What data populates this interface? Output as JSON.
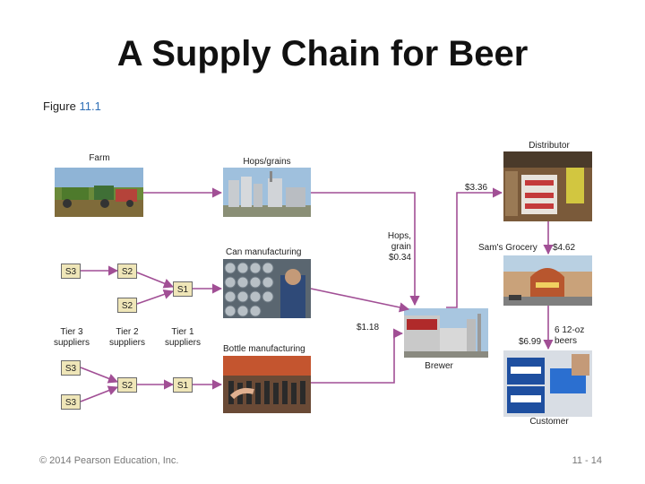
{
  "slide": {
    "title": "A Supply Chain for Beer",
    "figure_prefix": "Figure",
    "figure_number": "11.1",
    "copyright": "© 2014 Pearson Education, Inc.",
    "page": "11 - 14"
  },
  "diagram": {
    "farm": "Farm",
    "hops_grains": "Hops/grains",
    "distributor": "Distributor",
    "can_manufacturing": "Can manufacturing",
    "bottle_manufacturing": "Bottle manufacturing",
    "brewer": "Brewer",
    "sams_grocery": "Sam's Grocery",
    "customer": "Customer",
    "hops_grain_label": [
      "Hops,",
      "grain"
    ],
    "price_hops": "$0.34",
    "price_distributor": "$3.36",
    "price_grocery": "$4.62",
    "price_brewer": "$1.18",
    "price_customer": "$6.99",
    "beer_unit": [
      "6 12-oz",
      "beers"
    ],
    "tier3": [
      "Tier 3",
      "suppliers"
    ],
    "tier2": [
      "Tier 2",
      "suppliers"
    ],
    "tier1": [
      "Tier 1",
      "suppliers"
    ],
    "suppliers": {
      "s3_top": "S3",
      "s2_top": "S2",
      "s2_mid": "S2",
      "s1_top": "S1",
      "s3_b1": "S3",
      "s3_b2": "S3",
      "s2_bot": "S2",
      "s1_bot": "S1"
    }
  },
  "colors": {
    "arrow": "#a14f95",
    "supplier_box": "#efe6b8",
    "figure_number": "#2f6fb6"
  }
}
